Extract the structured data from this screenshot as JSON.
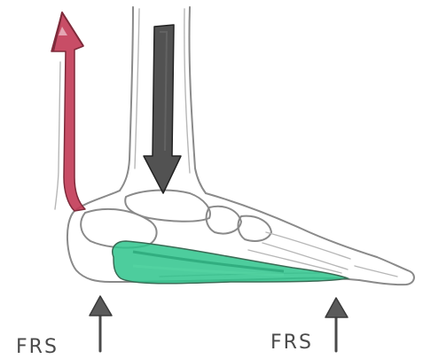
{
  "labels": {
    "frs_left": "FRS",
    "frs_right": "FRS"
  },
  "colors": {
    "pull_arrow": "#c23a55",
    "load_arrow": "#3a3a3a",
    "plantar_band": "#2ec48c",
    "reaction_arrow": "#4a4a4a",
    "pencil": "#8a8a8a"
  },
  "icons": {
    "pull_arrow": "arrow-up",
    "load_arrow": "arrow-down",
    "reaction_arrows": "arrow-up"
  }
}
